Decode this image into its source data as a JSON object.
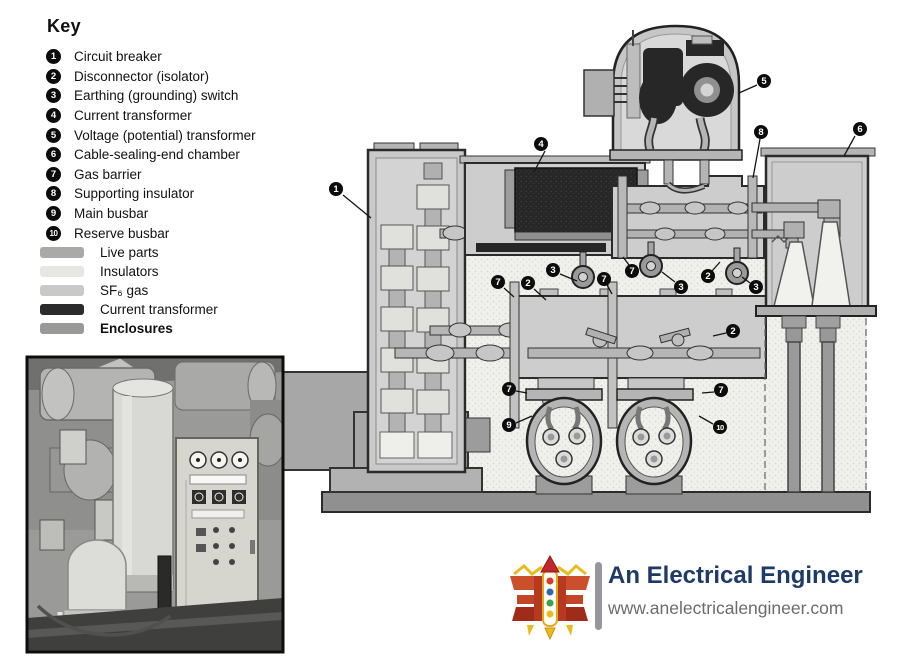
{
  "key": {
    "title": "Key",
    "items": [
      {
        "num": "1",
        "label": "Circuit breaker"
      },
      {
        "num": "2",
        "label": "Disconnector (isolator)"
      },
      {
        "num": "3",
        "label": "Earthing (grounding) switch"
      },
      {
        "num": "4",
        "label": "Current transformer"
      },
      {
        "num": "5",
        "label": "Voltage (potential) transformer"
      },
      {
        "num": "6",
        "label": "Cable-sealing-end chamber"
      },
      {
        "num": "7",
        "label": "Gas barrier"
      },
      {
        "num": "8",
        "label": "Supporting insulator"
      },
      {
        "num": "9",
        "label": "Main busbar"
      },
      {
        "num": "10",
        "label": "Reserve busbar"
      }
    ],
    "swatches": [
      {
        "label": "Live parts",
        "color": "#a9a9a7"
      },
      {
        "label": "Insulators",
        "color": "#e6e6e2"
      },
      {
        "label": "SF₆ gas",
        "color": "#c9c9c7"
      },
      {
        "label": "Current transformer",
        "color": "#2b2b2b"
      },
      {
        "label": "Enclosures",
        "color": "#999997"
      }
    ]
  },
  "diagram": {
    "callouts": [
      "1",
      "4",
      "5",
      "8",
      "6",
      "3",
      "7",
      "2",
      "7",
      "7",
      "2",
      "3",
      "3",
      "2",
      "7",
      "7",
      "9",
      "10"
    ]
  },
  "branding": {
    "name": "An Electrical Engineer",
    "website": "www.anelectricalengineer.com",
    "name_color": "#1e3a66",
    "website_color": "#6b6c6e",
    "logo_red": "#c1272d",
    "logo_orange": "#cc4f2b",
    "logo_yellow": "#e8bc1c",
    "divider_color": "#95979a"
  }
}
